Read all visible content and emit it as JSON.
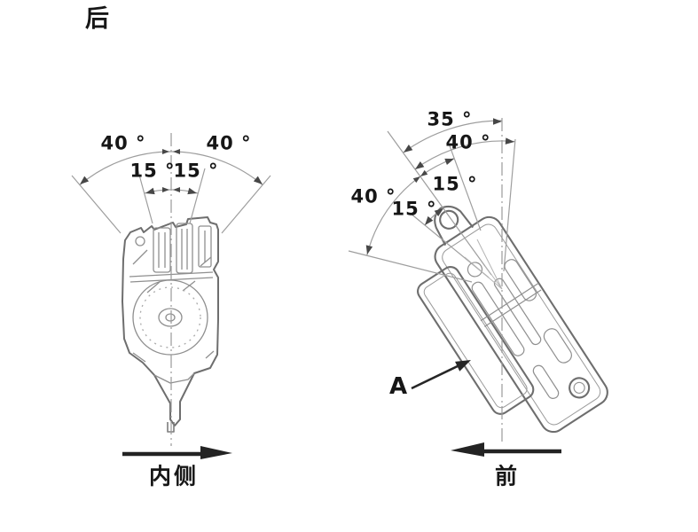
{
  "figure": {
    "description": "seat-belt retractor installation angle diagram, two views",
    "orientation_rear": "后",
    "orientation_inboard": "内侧",
    "orientation_front": "前"
  },
  "left_view": {
    "angle_outer_left": "40 °",
    "angle_outer_right": "40 °",
    "angle_inner_left": "15 °",
    "angle_inner_right": "15 °"
  },
  "right_view": {
    "angle_vertical_35": "35 °",
    "angle_vertical_40": "40 °",
    "angle_forward_40": "40 °",
    "angle_inner_upper_15": "15 °",
    "angle_inner_lower_15": "15 °",
    "callout_a": "A"
  },
  "colors": {
    "dimension_line": "#9e9e9e",
    "component_line": "#6e6e6e",
    "label_text": "#161616",
    "direction_arrow": "#232323"
  }
}
